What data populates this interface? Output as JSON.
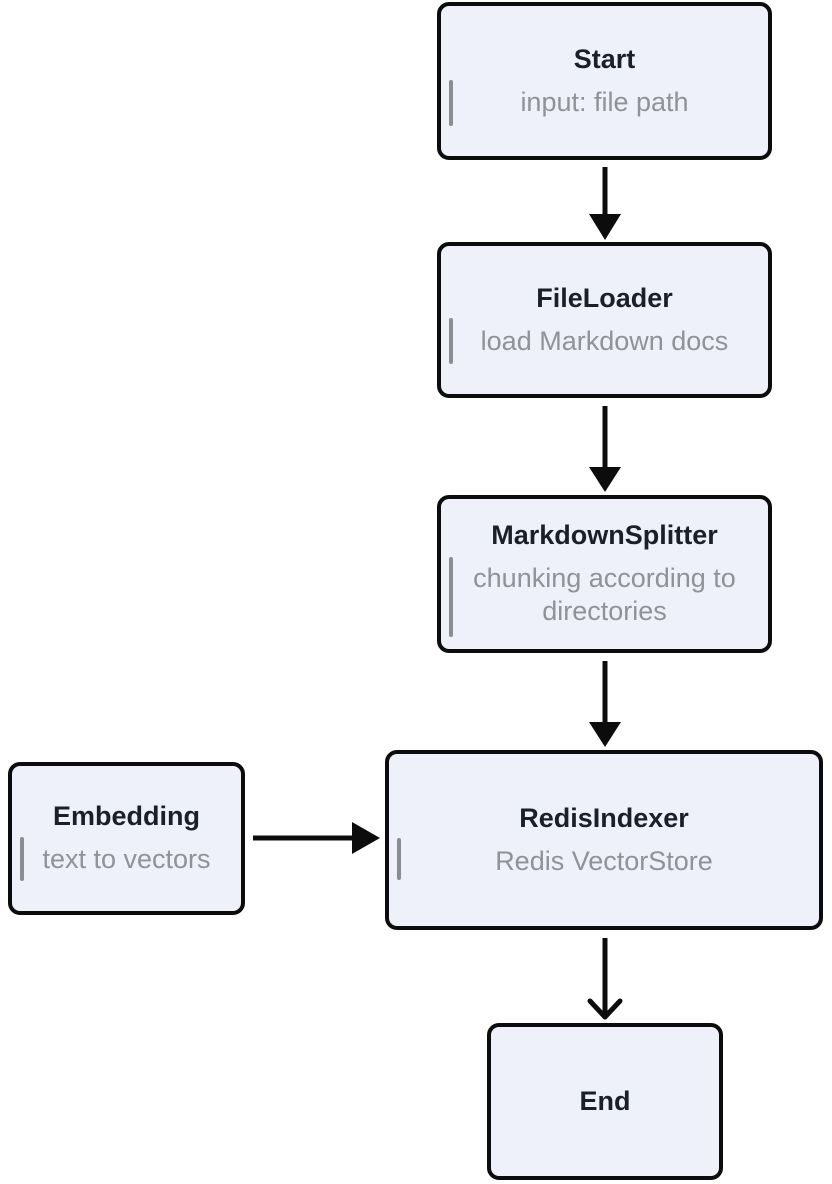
{
  "diagram": {
    "nodes": [
      {
        "id": "start",
        "title": "Start",
        "subtitle": "input: file path"
      },
      {
        "id": "fileloader",
        "title": "FileLoader",
        "subtitle": "load Markdown docs"
      },
      {
        "id": "markdownsplitter",
        "title": "MarkdownSplitter",
        "subtitle": "chunking according to directories"
      },
      {
        "id": "embedding",
        "title": "Embedding",
        "subtitle": "text to vectors"
      },
      {
        "id": "redisindexer",
        "title": "RedisIndexer",
        "subtitle": "Redis VectorStore"
      },
      {
        "id": "end",
        "title": "End"
      }
    ],
    "edges": [
      {
        "from": "Start",
        "to": "FileLoader",
        "direction": "down",
        "arrowhead": "solid"
      },
      {
        "from": "FileLoader",
        "to": "MarkdownSplitter",
        "direction": "down",
        "arrowhead": "solid"
      },
      {
        "from": "MarkdownSplitter",
        "to": "RedisIndexer",
        "direction": "down",
        "arrowhead": "solid"
      },
      {
        "from": "Embedding",
        "to": "RedisIndexer",
        "direction": "right",
        "arrowhead": "solid"
      },
      {
        "from": "RedisIndexer",
        "to": "End",
        "direction": "down",
        "arrowhead": "open"
      }
    ],
    "colors": {
      "node_fill": "#eef1fa",
      "node_border": "#0c0c0c",
      "title_text": "#1b1f27",
      "subtitle_text": "#8f9298",
      "accent_bar": "#8b8d93",
      "arrow": "#0c0c0c",
      "background": "#ffffff"
    }
  }
}
